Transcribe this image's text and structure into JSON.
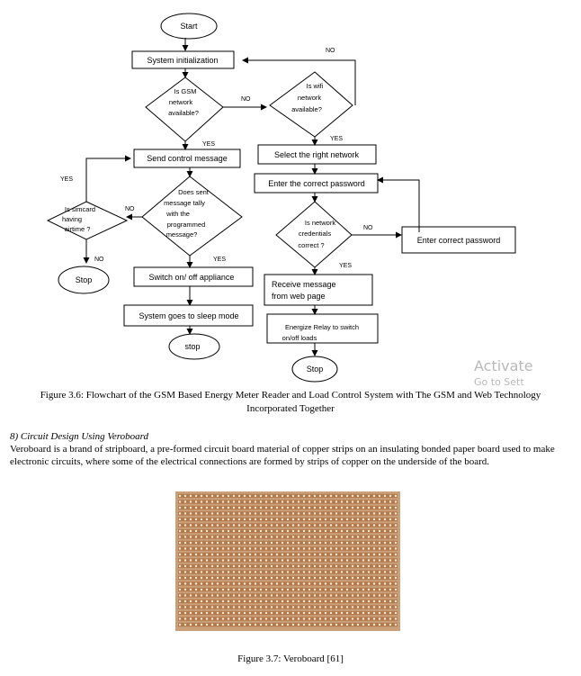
{
  "flowchart": {
    "start": "Start",
    "system_init": "System initialization",
    "gsm_q": [
      "Is GSM",
      "network",
      "available?"
    ],
    "wifi_q": [
      "Is wifi",
      "network",
      "available?"
    ],
    "send_control": "Send control message",
    "select_network": "Select the right network",
    "enter_password": "Enter the correct password",
    "tally_q": [
      "Does sent",
      "message tally",
      "with the",
      "programmed",
      "message?"
    ],
    "simcard_q": [
      "Is simcard",
      "having",
      "airtime ?"
    ],
    "credentials_q": [
      "Is network",
      "credentials",
      "correct ?"
    ],
    "enter_correct_password": "Enter correct password",
    "switch_appliance": "Switch on/ off appliance",
    "receive_message": [
      "Receive message",
      "from web page"
    ],
    "sleep_mode": "System goes to sleep mode",
    "energize_relay": [
      "Energize Relay to switch",
      "on/off loads"
    ],
    "stop1": "Stop",
    "stop2": "stop",
    "stop3": "Stop",
    "yes": "YES",
    "no": "NO"
  },
  "watermark": {
    "line1": "Activate",
    "line2": "Go to Sett"
  },
  "figure36_caption": [
    "Figure 3.6: Flowchart of the GSM Based Energy Meter Reader and Load Control System with The GSM and Web Technology",
    "Incorporated Together"
  ],
  "section_heading": "8)    Circuit Design Using Veroboard",
  "paragraph": "Veroboard is a brand of stripboard, a pre-formed circuit board material of copper strips on an insulating bonded paper board used to make electronic circuits, where some of the electrical connections are formed by strips of copper on the underside of the board.",
  "figure37_caption": "Figure 3.7: Veroboard [61]"
}
